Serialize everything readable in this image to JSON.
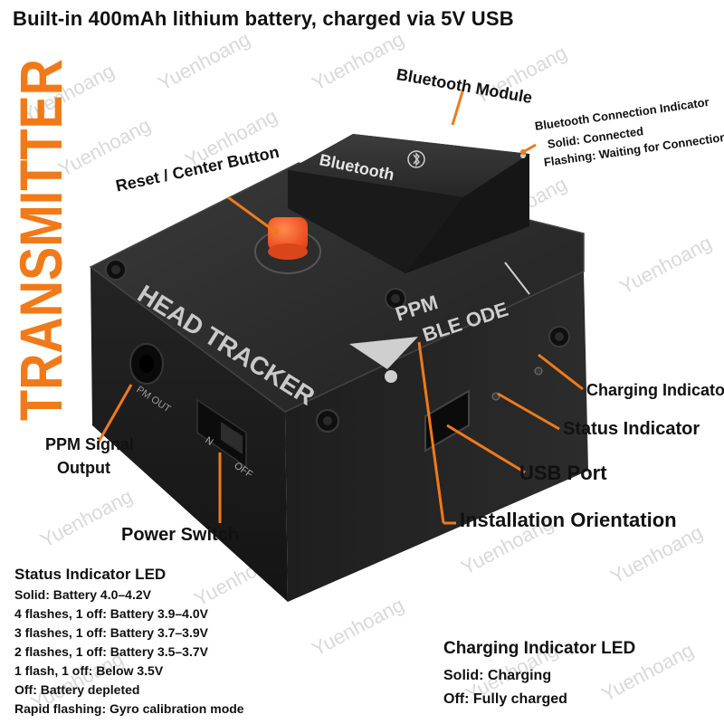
{
  "headline": "Built-in 400mAh lithium battery, charged via 5V USB",
  "vertical_title": "TRANSMITTER",
  "device_labels": {
    "head_tracker": "HEAD TRACKER",
    "ppm": "PPM",
    "ble_mode": "BLE ODE",
    "bluetooth_brand": "Bluetooth",
    "ppm_out": "PM OUT",
    "switch_on": "N",
    "switch_off": "OFF"
  },
  "callouts": {
    "bluetooth_module": "Bluetooth Module",
    "bt_indicator_title": "Bluetooth Connection Indicator",
    "bt_indicator_solid": "Solid: Connected",
    "bt_indicator_flash": "Flashing: Waiting for Connection",
    "reset_button": "Reset / Center Button",
    "charging_indicator": "Charging Indicator",
    "status_indicator": "Status Indicator",
    "usb_port": "USB Port",
    "installation_orientation": "Installation Orientation",
    "ppm_output_line1": "PPM Signal",
    "ppm_output_line2": "Output",
    "power_switch": "Power Switch"
  },
  "status_led": {
    "title": "Status Indicator LED",
    "lines": [
      "Solid: Battery 4.0–4.2V",
      "4 flashes, 1 off: Battery 3.9–4.0V",
      "3 flashes, 1 off: Battery 3.7–3.9V",
      "2 flashes, 1 off: Battery 3.5–3.7V",
      "1 flash, 1 off: Below 3.5V",
      "Off: Battery depleted",
      "Rapid flashing: Gyro calibration mode"
    ]
  },
  "charging_led": {
    "title": "Charging Indicator LED",
    "lines": [
      "Solid: Charging",
      "Off: Fully charged"
    ]
  },
  "watermark": "Yuenhoang",
  "colors": {
    "accent_orange": "#f07a1a",
    "button_orange": "#ff5a1f",
    "case_black": "#1c1c1c"
  }
}
